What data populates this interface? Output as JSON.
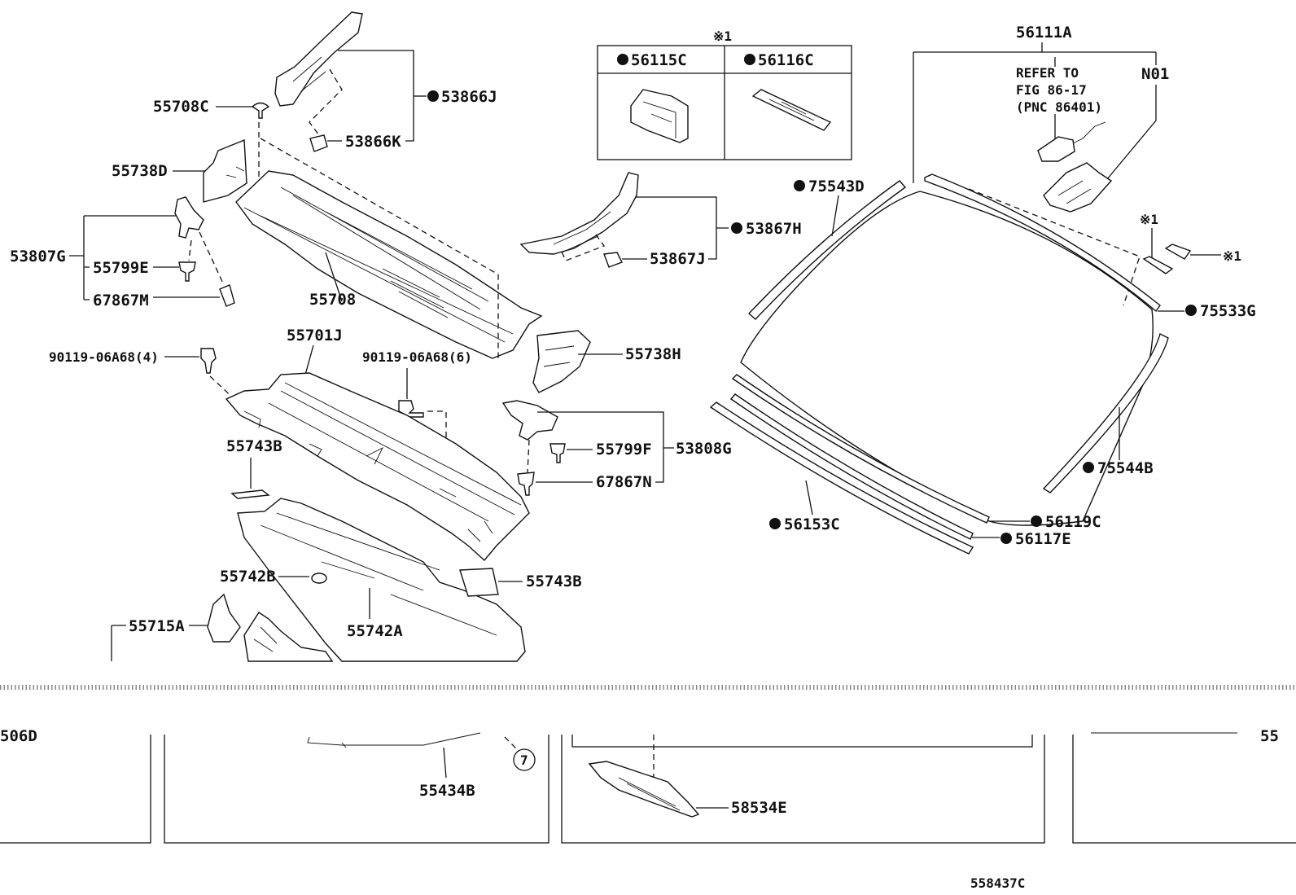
{
  "labels": {
    "p53866J": "53866J",
    "p55708C": "55708C",
    "p53866K": "53866K",
    "p55738D": "55738D",
    "p53807G": "53807G",
    "p55799E": "55799E",
    "p67867M": "67867M",
    "p55708": "55708",
    "p55701J": "55701J",
    "p90119_4": "90119-06A68(4)",
    "p90119_6": "90119-06A68(6)",
    "p55738H": "55738H",
    "p55743B_a": "55743B",
    "p55799F": "55799F",
    "p53808G": "53808G",
    "p67867N": "67867N",
    "p55742B": "55742B",
    "p55743B_b": "55743B",
    "p55715A": "55715A",
    "p55742A": "55742A",
    "p56115C": "56115C",
    "p56116C": "56116C",
    "note_top": "※1",
    "p53867H": "53867H",
    "p53867J": "53867J",
    "p56111A": "56111A",
    "refer1": "REFER TO",
    "refer2": "FIG 86-17",
    "refer3": "(PNC 86401)",
    "pN01": "N01",
    "p75543D": "75543D",
    "note_r1": "※1",
    "note_r2": "※1",
    "p75533G": "75533G",
    "p75544B": "75544B",
    "p56153C": "56153C",
    "p56119C": "56119C",
    "p56117E": "56117E",
    "p506D": "506D",
    "p55434B": "55434B",
    "circle7": "7",
    "p58534E": "58534E",
    "p55_r": "55",
    "footer": "558437C"
  }
}
